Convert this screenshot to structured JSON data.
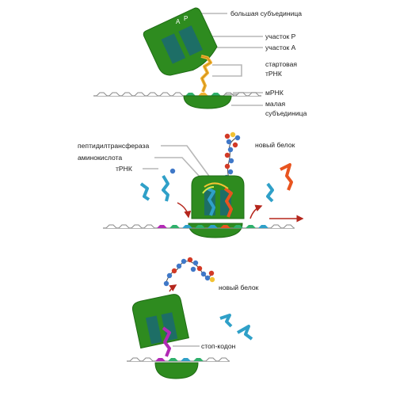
{
  "stage1": {
    "large_subunit": "большая субъединица",
    "site_p": "участок P",
    "site_a": "участок A",
    "start_trna_line1": "стартовая",
    "start_trna_line2": "тРНК",
    "mrna": "мРНК",
    "small_subunit_line1": "малая",
    "small_subunit_line2": "субъединица",
    "site_letter_a": "A",
    "site_letter_p": "P"
  },
  "stage2": {
    "peptidyltransferase": "пептидилтрансфераза",
    "amino_acid": "аминокислота",
    "trna": "тРНК",
    "new_protein": "новый белок"
  },
  "stage3": {
    "new_protein": "новый белок",
    "stop_codon": "стоп-кодон"
  },
  "colors": {
    "ribosome": "#2e8b1f",
    "ribosome_dark": "#1e6b14",
    "site_teal": "#1d6e66",
    "trna_blue": "#2fa0c8",
    "trna_yellow": "#f2b233",
    "trna_orange": "#e8541f",
    "trna_magenta": "#b22ab5",
    "arrow_red": "#b5261c",
    "bead_blue": "#3f78c8",
    "bead_red": "#d23a26",
    "bead_yellow": "#f2c233"
  }
}
